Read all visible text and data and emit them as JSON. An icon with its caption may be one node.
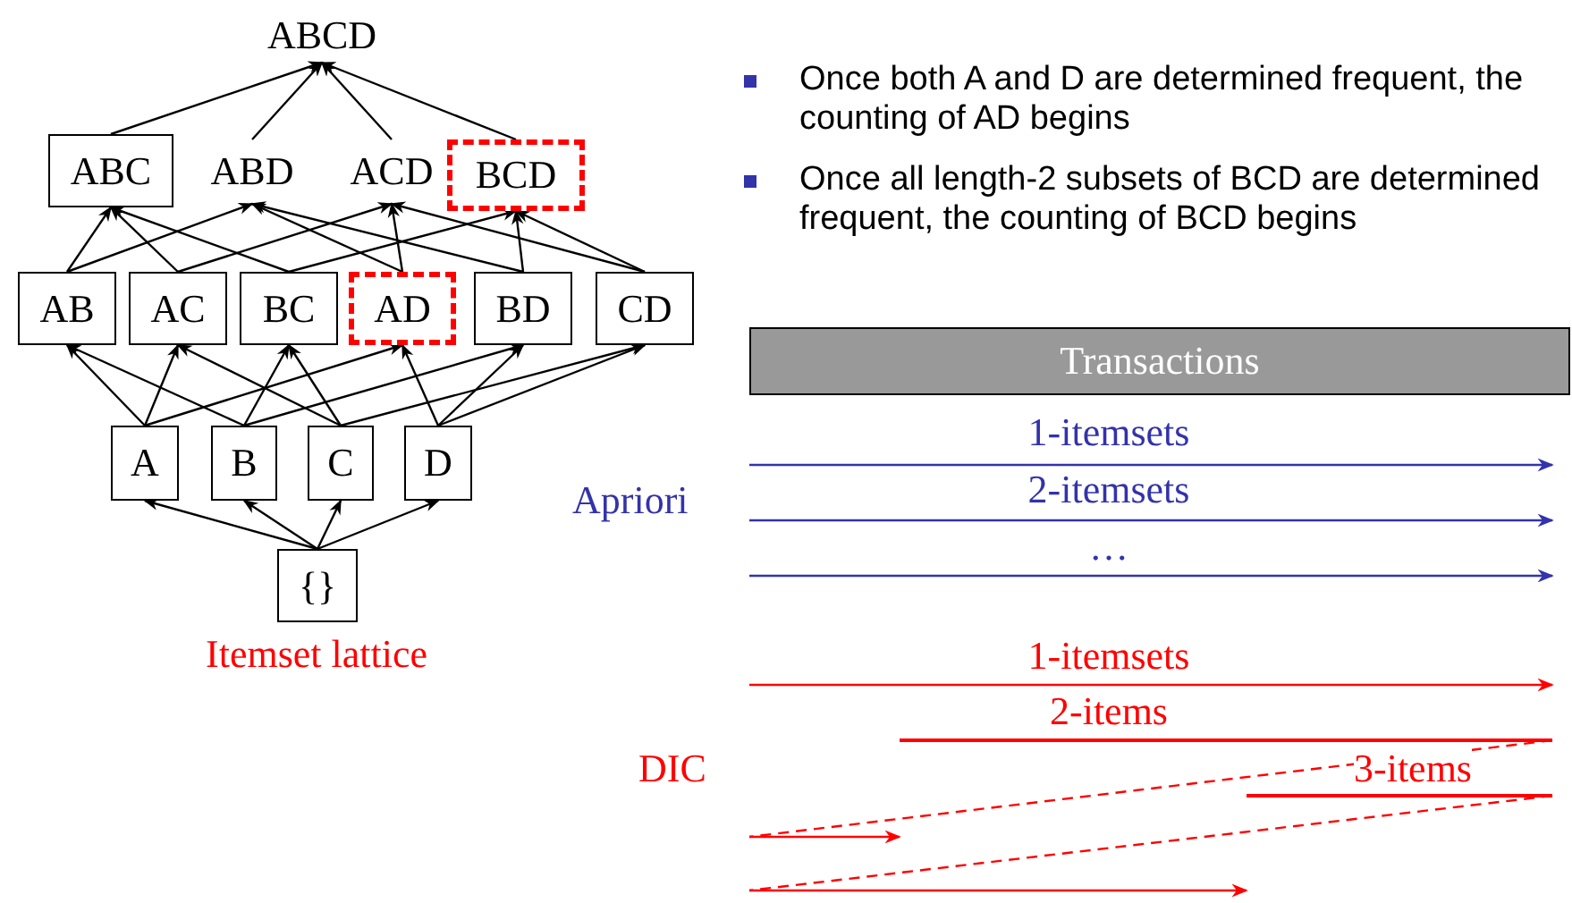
{
  "diagram": {
    "nodes": [
      {
        "text": [
          "ABCD"
        ]
      },
      {
        "text": [
          "ABC"
        ]
      },
      {
        "text": [
          "ABD"
        ]
      },
      {
        "text": [
          "ACD"
        ]
      },
      {
        "text": [
          "BCD"
        ]
      },
      {
        "text": [
          "AB"
        ]
      },
      {
        "text": [
          "AC"
        ]
      },
      {
        "text": [
          "BC"
        ]
      },
      {
        "text": [
          "AD"
        ]
      },
      {
        "text": [
          "BD"
        ]
      },
      {
        "text": [
          "CD"
        ]
      },
      {
        "text": [
          "A"
        ]
      },
      {
        "text": [
          "B"
        ]
      },
      {
        "text": [
          "C"
        ]
      },
      {
        "text": [
          "D"
        ]
      },
      {
        "text": [
          "{}"
        ]
      },
      {
        "text": [
          "Transactions"
        ]
      }
    ],
    "edges": [
      {
        "from": 1,
        "to": 0,
        "arrow": "to"
      },
      {
        "from": 2,
        "to": 0,
        "arrow": "to"
      },
      {
        "from": 3,
        "to": 0,
        "arrow": "to"
      },
      {
        "from": 4,
        "to": 0,
        "arrow": "to"
      },
      {
        "from": 5,
        "to": 1,
        "arrow": "to"
      },
      {
        "from": 5,
        "to": 2,
        "arrow": "to"
      },
      {
        "from": 6,
        "to": 1,
        "arrow": "to"
      },
      {
        "from": 6,
        "to": 3,
        "arrow": "to"
      },
      {
        "from": 7,
        "to": 1,
        "arrow": "to"
      },
      {
        "from": 7,
        "to": 4,
        "arrow": "to"
      },
      {
        "from": 8,
        "to": 2,
        "arrow": "to"
      },
      {
        "from": 8,
        "to": 3,
        "arrow": "to"
      },
      {
        "from": 9,
        "to": 2,
        "arrow": "to"
      },
      {
        "from": 9,
        "to": 4,
        "arrow": "to"
      },
      {
        "from": 10,
        "to": 3,
        "arrow": "to"
      },
      {
        "from": 10,
        "to": 4,
        "arrow": "to"
      },
      {
        "from": 11,
        "to": 5,
        "arrow": "to"
      },
      {
        "from": 11,
        "to": 6,
        "arrow": "to"
      },
      {
        "from": 11,
        "to": 8,
        "arrow": "to"
      },
      {
        "from": 12,
        "to": 5,
        "arrow": "to"
      },
      {
        "from": 12,
        "to": 7,
        "arrow": "to"
      },
      {
        "from": 12,
        "to": 9,
        "arrow": "to"
      },
      {
        "from": 13,
        "to": 6,
        "arrow": "to"
      },
      {
        "from": 13,
        "to": 7,
        "arrow": "to"
      },
      {
        "from": 13,
        "to": 10,
        "arrow": "to"
      },
      {
        "from": 14,
        "to": 8,
        "arrow": "to"
      },
      {
        "from": 14,
        "to": 9,
        "arrow": "to"
      },
      {
        "from": 14,
        "to": 10,
        "arrow": "to"
      },
      {
        "from": 15,
        "to": 11,
        "arrow": "to"
      },
      {
        "from": 15,
        "to": 12,
        "arrow": "to"
      },
      {
        "from": 15,
        "to": 13,
        "arrow": "to"
      },
      {
        "from": 15,
        "to": 14,
        "arrow": "to"
      }
    ],
    "labels": [
      "Once both A and D are determined frequent, the counting of AD begins",
      "Once all length-2 subsets of BCD are determined frequent, the counting of BCD begins",
      "1-itemsets",
      "Apriori",
      "2-itemsets",
      "…",
      "Itemset lattice",
      "1-itemsets",
      "2-items",
      "DIC",
      "3-items"
    ]
  }
}
